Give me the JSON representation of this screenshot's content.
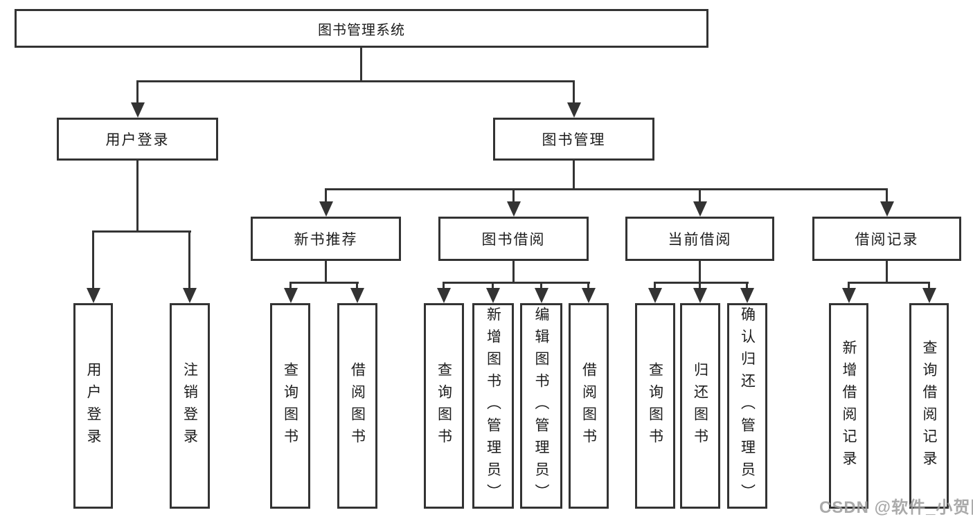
{
  "diagram_title": "图书管理系统",
  "nodes": {
    "root": "图书管理系统",
    "user_login": "用户登录",
    "book_management": "图书管理",
    "new_book_recommend": "新书推荐",
    "book_borrow": "图书借阅",
    "current_borrow": "当前借阅",
    "borrow_record": "借阅记录",
    "leaf_user_login": "用户登录",
    "leaf_logout": "注销登录",
    "leaf_nbr_query_book": "查询图书",
    "leaf_nbr_borrow_book": "借阅图书",
    "leaf_bb_query_book": "查询图书",
    "leaf_bb_add_book": "新增图书（管理员）",
    "leaf_bb_edit_book": "编辑图书（管理员）",
    "leaf_bb_borrow_book": "借阅图书",
    "leaf_cb_query_book": "查询图书",
    "leaf_cb_return_book": "归还图书",
    "leaf_cb_confirm_return": "确认归还（管理员）",
    "leaf_br_add_record": "新增借阅记录",
    "leaf_br_query_record": "查询借阅记录"
  },
  "hierarchy": {
    "图书管理系统": {
      "用户登录": [
        "用户登录",
        "注销登录"
      ],
      "图书管理": {
        "新书推荐": [
          "查询图书",
          "借阅图书"
        ],
        "图书借阅": [
          "查询图书",
          "新增图书（管理员）",
          "编辑图书（管理员）",
          "借阅图书"
        ],
        "当前借阅": [
          "查询图书",
          "归还图书",
          "确认归还（管理员）"
        ],
        "借阅记录": [
          "新增借阅记录",
          "查询借阅记录"
        ]
      }
    }
  },
  "watermark": "CSDN @软件_小贺同学",
  "colors": {
    "line": "#333333",
    "text": "#1c1c1c",
    "box_background": "#ffffff",
    "watermark": "#9e9e9e",
    "background": "#ffffff"
  }
}
